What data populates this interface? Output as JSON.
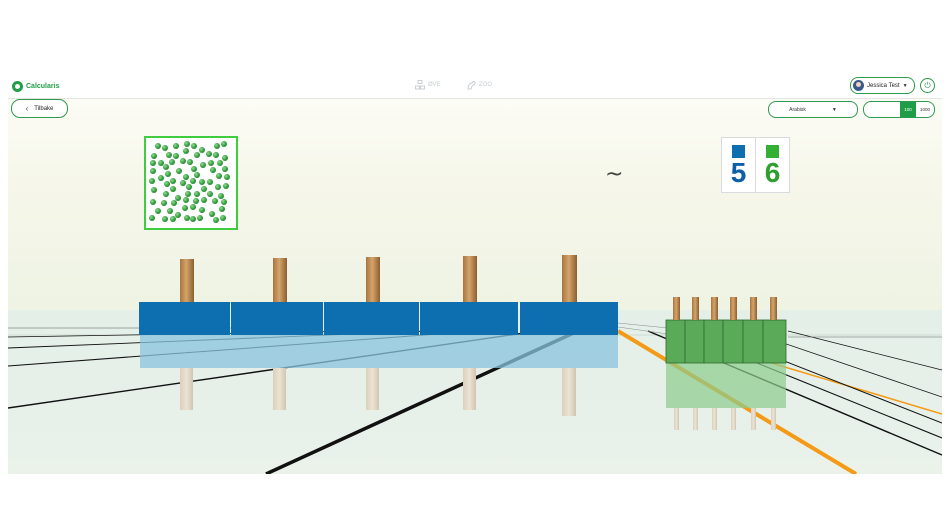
{
  "header": {
    "app_name": "Calcularis",
    "nav": [
      {
        "label": "ØVE",
        "icon": "training-icon"
      },
      {
        "label": "ZOO",
        "icon": "zoo-icon"
      }
    ],
    "user": {
      "name": "Jessica Test",
      "icon": "avatar"
    },
    "power_icon": "power-icon"
  },
  "toolbar": {
    "back_label": "Tilbake",
    "number_format": "Arabisk",
    "range_options": [
      "100",
      "1000"
    ],
    "range_selected": "100"
  },
  "task": {
    "dot_count": 79,
    "relation": "~",
    "blue_value": "5",
    "green_value": "6"
  },
  "scene": {
    "blue_block_count": 5,
    "green_block_count": 6
  },
  "colors": {
    "accent": "#1f9e47",
    "blue": "#0d6fb0",
    "green": "#5aaa5a",
    "orange": "#f49a16",
    "dot_frame": "#3fcc3f"
  }
}
